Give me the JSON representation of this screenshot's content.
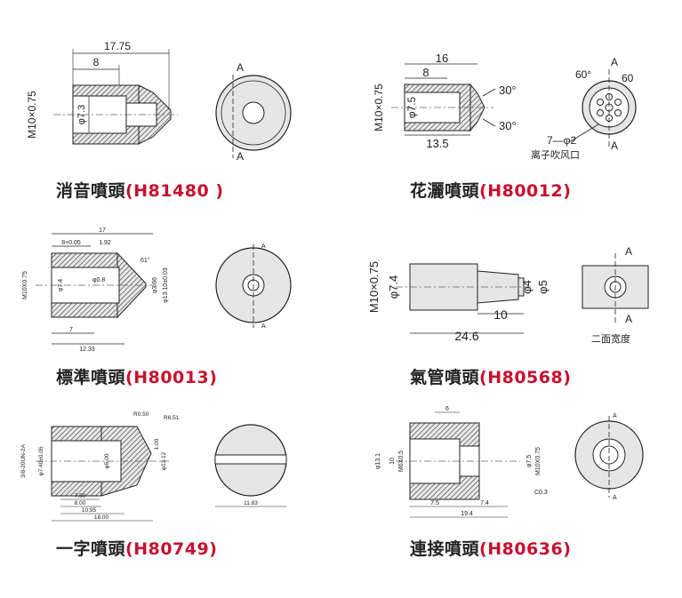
{
  "nozzles": [
    {
      "name": "消音噴頭",
      "code": "H81480",
      "dims": {
        "overall": "17.75",
        "inner": "8",
        "thread": "M10×0.75",
        "bore": "φ7.3",
        "section": "A"
      }
    },
    {
      "name": "花灑噴頭",
      "code": "H80012",
      "dims": {
        "overall": "16",
        "inner": "8",
        "thread": "M10×0.75",
        "bore": "φ7.5",
        "body": "13.5",
        "angle1": "30°",
        "angle2": "30°",
        "angle3": "60°",
        "side": "60",
        "holes": "7—φ2",
        "note": "离子吹风口",
        "section": "A"
      }
    },
    {
      "name": "標準噴頭",
      "code": "H80013",
      "dims": {
        "overall": "17",
        "inner": "8+0.05",
        "chamfer": "1.92",
        "angle": "61°",
        "hole": "φ0.8",
        "thread": "M10X0.75",
        "bore": "φ7.4",
        "d1": "φ3.66",
        "d2": "φ13.10±0.03",
        "len1": "7",
        "len2": "12.33",
        "section": "A"
      }
    },
    {
      "name": "氣管噴頭",
      "code": "H80568",
      "dims": {
        "thread": "M10×0.75",
        "bore": "φ7.4",
        "tip": "10",
        "overall": "24.6",
        "d1": "φ4",
        "d2": "φ5",
        "note": "二面宽度",
        "section": "A"
      }
    },
    {
      "name": "一字噴頭",
      "code": "H80749",
      "dims": {
        "thread": "3/8-20UN-2A",
        "bore": "φ7.40±0.05",
        "inner": "φ5.00",
        "r1": "R0.50",
        "r2": "R6.51",
        "d1": "1.00",
        "d2": "φ13.12",
        "len1": "7.50",
        "len2": "8.00",
        "len3": "10.95",
        "len4": "18.00",
        "width": "11.83"
      }
    },
    {
      "name": "連接噴頭",
      "code": "H80636",
      "dims": {
        "top": "6",
        "outer": "φ13.1",
        "d10": "10",
        "inner": "M6X0.5",
        "bore": "φ7.5",
        "thread": "M10X0.75",
        "len1": "7.5",
        "len2": "7.4",
        "overall": "19.4",
        "chamfer": "C0.3",
        "section": "A"
      }
    }
  ]
}
